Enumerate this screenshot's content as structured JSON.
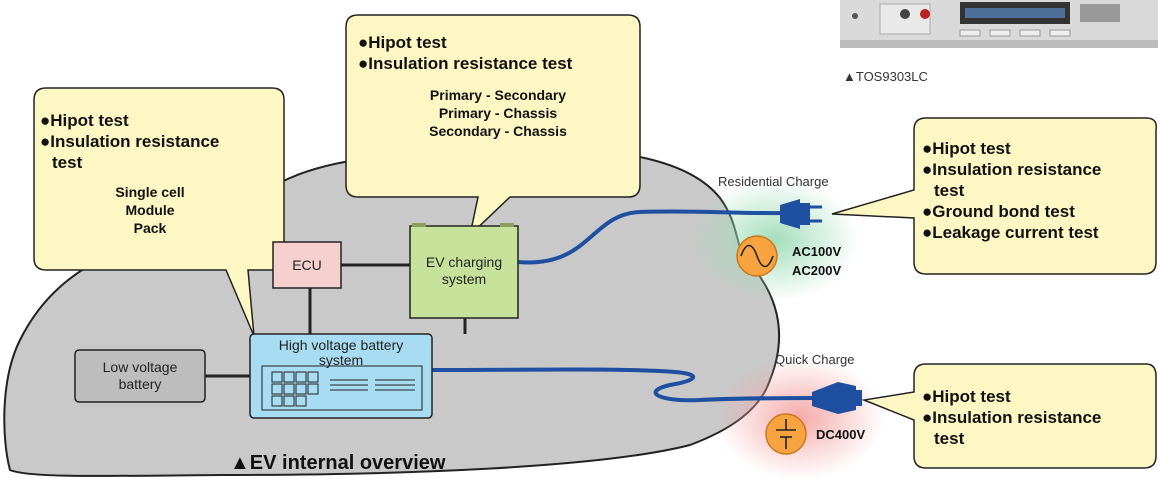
{
  "product_caption": "▲TOS9303LC",
  "overview_title": "▲EV internal overview",
  "components": {
    "ecu": "ECU",
    "ev_charging": [
      "EV charging",
      "system"
    ],
    "hv_battery": [
      "High voltage battery",
      "system"
    ],
    "lv_battery": [
      "Low voltage",
      "battery"
    ]
  },
  "callouts": {
    "battery": {
      "items": [
        "●Hipot test",
        "●Insulation resistance",
        "test"
      ],
      "sub": [
        "Single cell",
        "Module",
        "Pack"
      ]
    },
    "charging": {
      "items": [
        "●Hipot test",
        "●Insulation resistance test"
      ],
      "sub": [
        "Primary - Secondary",
        "Primary - Chassis",
        "Secondary - Chassis"
      ]
    },
    "residential": {
      "items": [
        "●Hipot test",
        "●Insulation resistance",
        "test",
        "●Ground bond test",
        "●Leakage current test"
      ]
    },
    "quick": {
      "items": [
        "●Hipot test",
        "●Insulation resistance",
        "test"
      ]
    }
  },
  "residential_charge": {
    "label": "Residential Charge",
    "voltages": [
      "AC100V",
      "AC200V"
    ]
  },
  "quick_charge": {
    "label": "Quick Charge",
    "voltage": "DC400V"
  },
  "colors": {
    "car_body": "#c9c9c9",
    "callout_fill": "#fdf7c4",
    "cable": "#1f4fa0",
    "ecu_fill": "#f6cfcf",
    "charging_fill": "#c6e29a",
    "battery_fill": "#a8dcf2",
    "lv_fill": "#bdbdbd",
    "icon_orange": "#f7a440"
  }
}
